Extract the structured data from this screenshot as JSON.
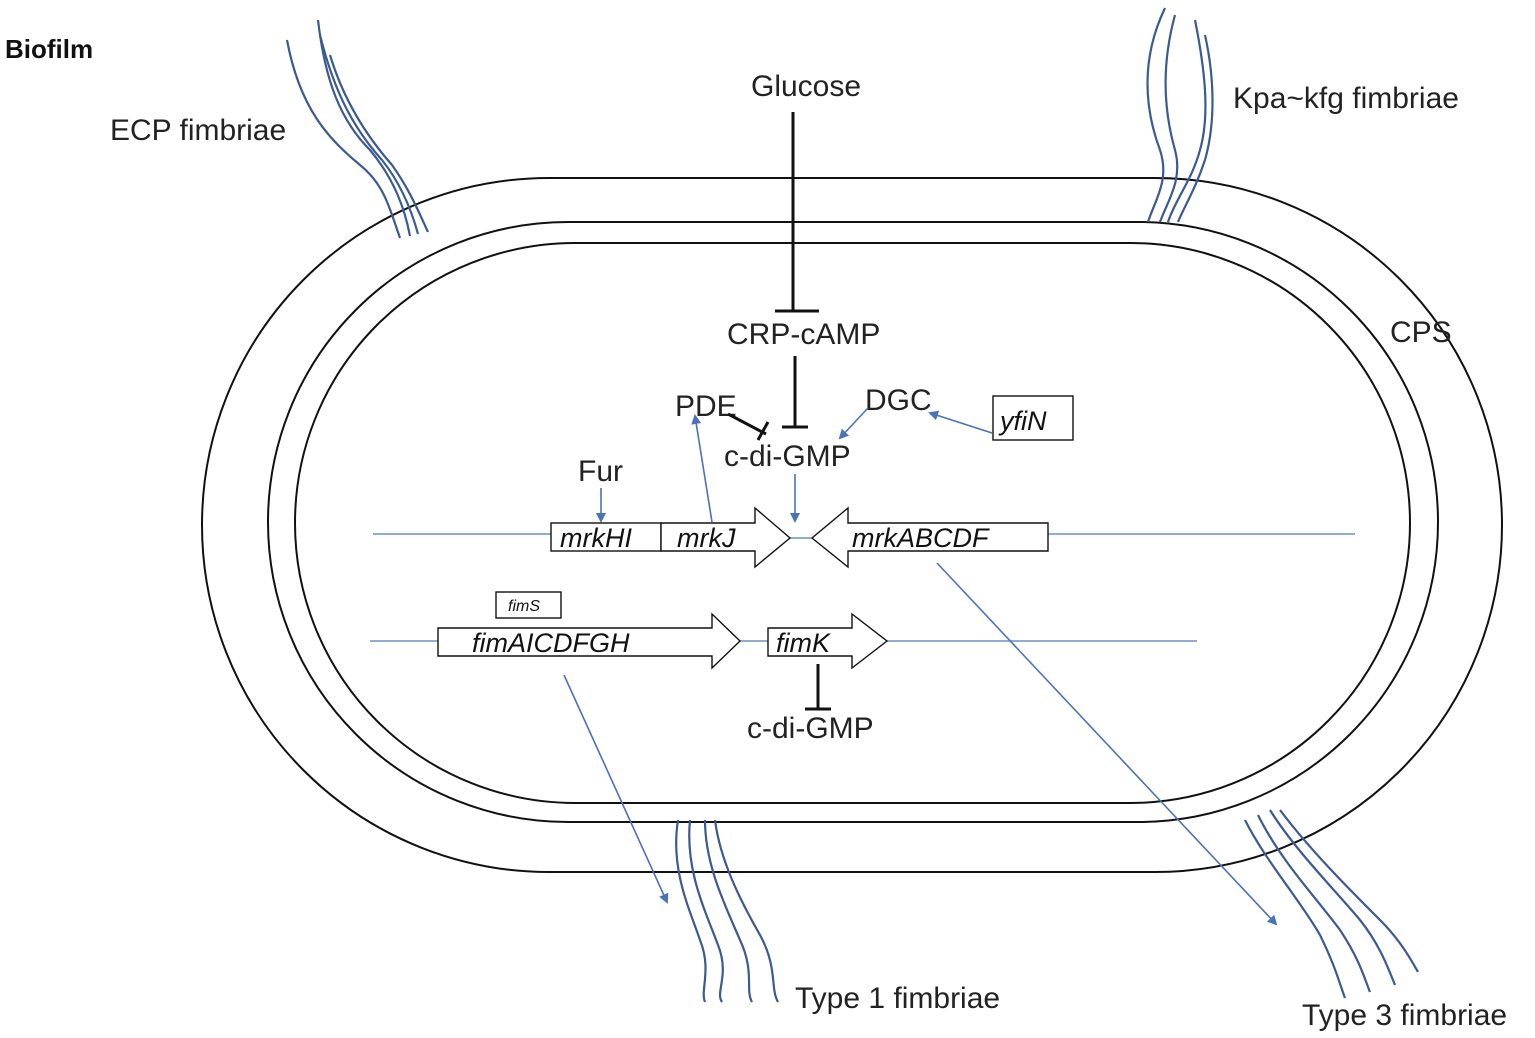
{
  "title": "Biofilm",
  "labels": {
    "ecp_fimbriae": "ECP fimbriae",
    "kpa_kfg_fimbriae": "Kpa~kfg fimbriae",
    "cps": "CPS",
    "type1_fimbriae": "Type 1 fimbriae",
    "type3_fimbriae": "Type 3 fimbriae"
  },
  "molecules": {
    "glucose": "Glucose",
    "crp_camp": "CRP-cAMP",
    "pde": "PDE",
    "dgc": "DGC",
    "c_di_gmp_top": "c-di-GMP",
    "c_di_gmp_bottom": "c-di-GMP",
    "fur": "Fur"
  },
  "genes": {
    "yfiN": "yfiN",
    "mrkHI": "mrkHI",
    "mrkJ": "mrkJ",
    "mrkABCDF": "mrkABCDF",
    "fimS": "fimS",
    "fimAICDFGH": "fimAICDFGH",
    "fimK": "fimK"
  },
  "colors": {
    "activation": "#4a72b8",
    "inhibition": "#111111",
    "fimbriae": "#3a5a92",
    "membrane": "#111111"
  }
}
